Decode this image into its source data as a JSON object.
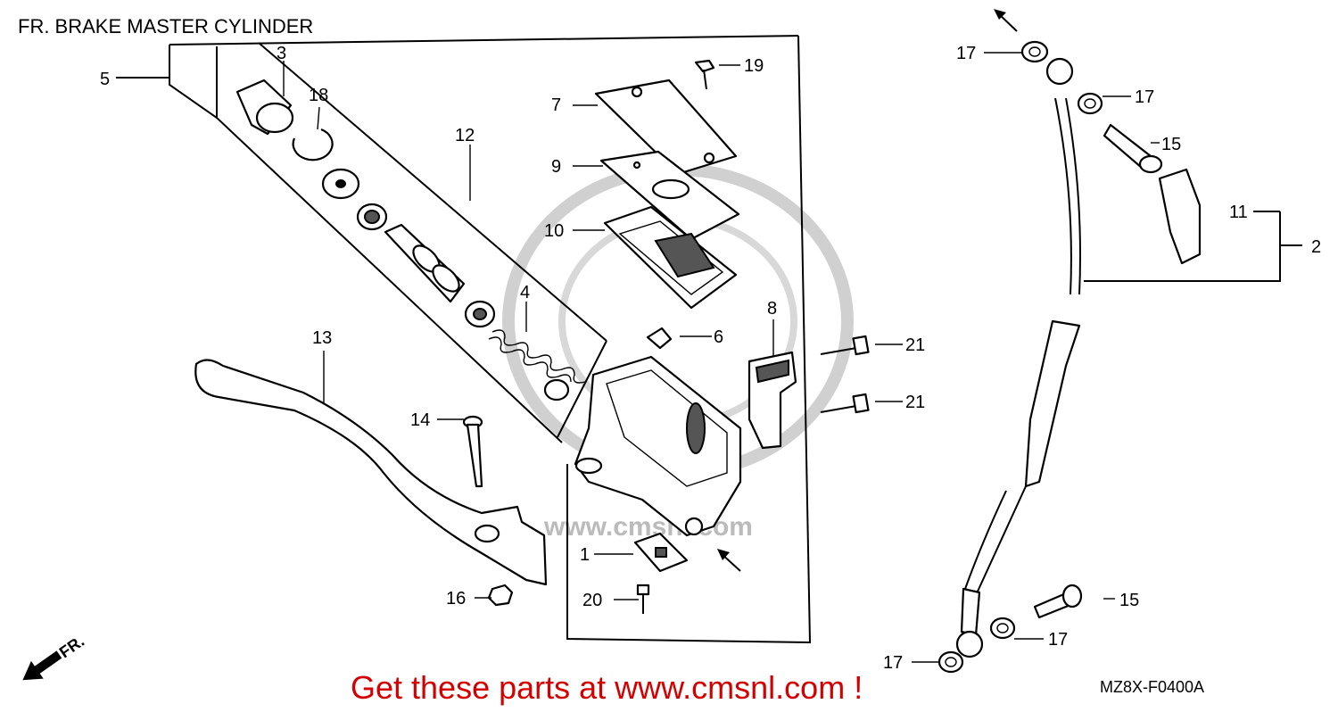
{
  "page_title": "FR. BRAKE MASTER CYLINDER",
  "watermark": "www.cmsnl.com",
  "footer_text": "Get these parts at www.cmsnl.com !",
  "diagram_code": "MZ8X-F0400A",
  "direction_label": "FR.",
  "callouts": {
    "c1": "1",
    "c2": "2",
    "c3": "3",
    "c4": "4",
    "c5": "5",
    "c6": "6",
    "c7": "7",
    "c8": "8",
    "c9": "9",
    "c10": "10",
    "c11": "11",
    "c12": "12",
    "c13": "13",
    "c14": "14",
    "c15a": "15",
    "c15b": "15",
    "c16": "16",
    "c17a": "17",
    "c17b": "17",
    "c17c": "17",
    "c17d": "17",
    "c18": "18",
    "c19": "19",
    "c20": "20",
    "c21a": "21",
    "c21b": "21"
  },
  "colors": {
    "line": "#000000",
    "footer": "#d40000",
    "watermark": "#bbbbbb",
    "background": "#ffffff"
  }
}
